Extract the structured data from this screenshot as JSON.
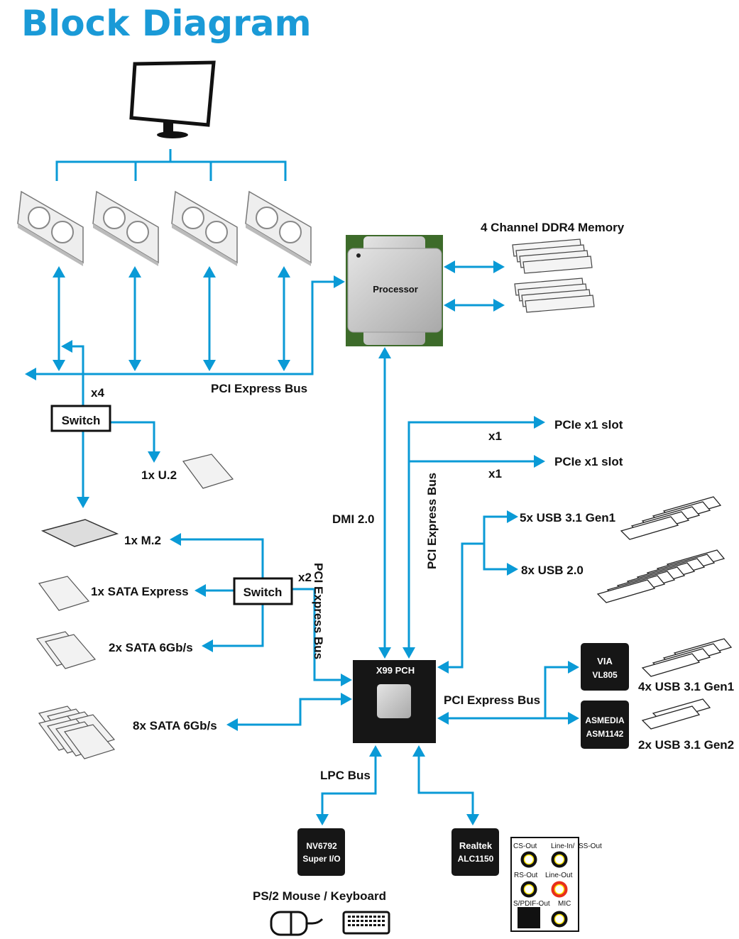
{
  "title": "Block Diagram",
  "colors": {
    "bus": "#0a9ad6",
    "title": "#1a9ad7",
    "chip": "#111111",
    "pcb": "#3d6b2a"
  },
  "processor": {
    "label": "Processor"
  },
  "memory": {
    "label": "4 Channel DDR4 Memory"
  },
  "pcie_bus_top": "PCI Express Bus",
  "switch1": {
    "label": "Switch",
    "lanes": "x4"
  },
  "u2": "1x U.2",
  "m2": "1x M.2",
  "switch2": {
    "label": "Switch",
    "lanes": "x2",
    "bus": "PCI Express Bus"
  },
  "sata_express": "1x SATA Express",
  "sata2": "2x SATA 6Gb/s",
  "sata8": "8x SATA 6Gb/s",
  "dmi": "DMI 2.0",
  "pch": {
    "label": "X99 PCH",
    "bus_vertical": "PCI Express Bus",
    "bus_right": "PCI Express Bus"
  },
  "pcie_slots": [
    {
      "label": "PCIe x1 slot",
      "lanes": "x1"
    },
    {
      "label": "PCIe x1 slot",
      "lanes": "x1"
    }
  ],
  "usb_internal": [
    "5x USB 3.1 Gen1",
    "8x USB 2.0"
  ],
  "via": {
    "line1": "VIA",
    "line2": "VL805",
    "usb": "4x USB 3.1 Gen1"
  },
  "asmedia": {
    "line1": "ASMEDIA",
    "line2": "ASM1142",
    "usb": "2x USB 3.1 Gen2"
  },
  "lpc": "LPC Bus",
  "superio": {
    "line1": "NV6792",
    "line2": "Super I/O"
  },
  "realtek": {
    "line1": "Realtek",
    "line2": "ALC1150"
  },
  "ps2": "PS/2 Mouse / Keyboard",
  "audio": {
    "cs_out": "CS-Out",
    "line_in": "Line-In/",
    "ss_out": "SS-Out",
    "rs_out": "RS-Out",
    "line_out": "Line-Out",
    "spdif": "S/PDIF-Out",
    "mic": "MIC"
  },
  "icons": [
    "monitor-icon",
    "graphics-card-icon",
    "memory-module-icon",
    "hard-drive-icon",
    "m2-ssd-icon",
    "usb-stick-icon",
    "mouse-icon",
    "keyboard-icon",
    "audio-jack-icon"
  ]
}
